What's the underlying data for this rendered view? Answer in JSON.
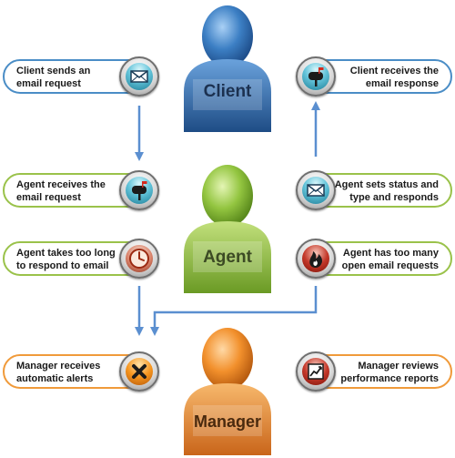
{
  "roles": {
    "client": "Client",
    "agent": "Agent",
    "manager": "Manager"
  },
  "steps": {
    "client_sends": [
      "Client sends an",
      "email request"
    ],
    "client_receives": [
      "Client receives the",
      "email response"
    ],
    "agent_receives": [
      "Agent receives the",
      "email request"
    ],
    "agent_sets_status": [
      "Agent sets status and",
      "type and responds"
    ],
    "agent_too_long": [
      "Agent takes too long",
      "to respond to email"
    ],
    "agent_too_many": [
      "Agent has too many",
      "open email requests"
    ],
    "manager_alerts": [
      "Manager receives",
      "automatic alerts"
    ],
    "manager_reports": [
      "Manager reviews",
      "performance reports"
    ]
  },
  "icons": {
    "client_sends": "envelope-icon",
    "client_receives": "mailbox-icon",
    "agent_receives": "mailbox-icon",
    "agent_sets_status": "envelope-icon",
    "agent_too_long": "clock-icon",
    "agent_too_many": "fire-icon",
    "manager_alerts": "x-alert-icon",
    "manager_reports": "chart-report-icon"
  },
  "colors": {
    "client": "#3b7cc4",
    "agent": "#8cbd3a",
    "manager": "#ef8a26",
    "arrow": "#5b8fd0"
  }
}
